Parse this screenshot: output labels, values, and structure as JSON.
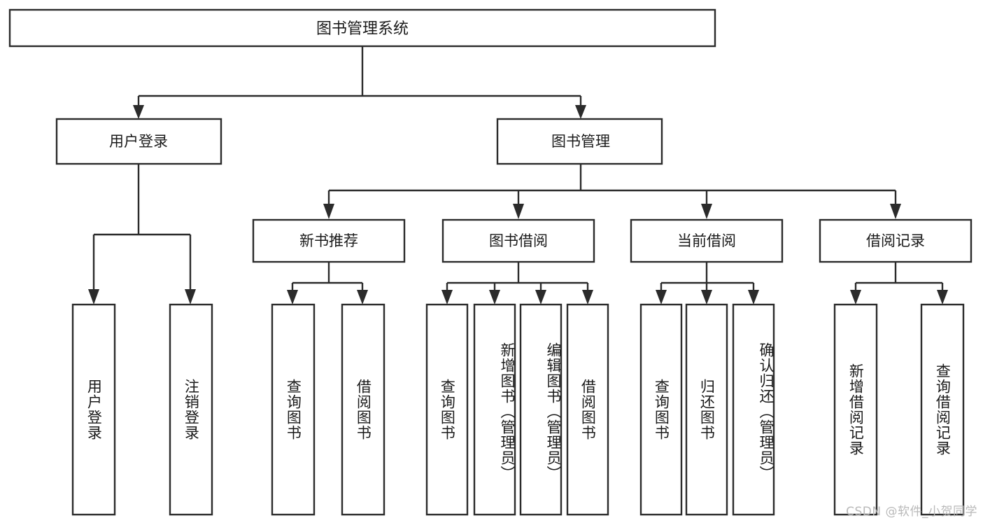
{
  "diagram": {
    "type": "tree",
    "title": "图书管理系统",
    "watermark": "CSDN @软件_小贺同学",
    "colors": {
      "box_stroke": "#2b2b2b",
      "box_fill": "#ffffff",
      "text": "#1a1a1a",
      "background": "#ffffff",
      "watermark": "#b9b9b9"
    },
    "root": {
      "label": "图书管理系统"
    },
    "level2": [
      {
        "label": "用户登录"
      },
      {
        "label": "图书管理"
      }
    ],
    "level3": [
      {
        "label": "新书推荐"
      },
      {
        "label": "图书借阅"
      },
      {
        "label": "当前借阅"
      },
      {
        "label": "借阅记录"
      }
    ],
    "leaves": {
      "user_login": [
        {
          "label": "用户登录"
        },
        {
          "label": "注销登录"
        }
      ],
      "new_book_recommend": [
        {
          "label": "查询图书"
        },
        {
          "label": "借阅图书"
        }
      ],
      "book_borrow": [
        {
          "label": "查询图书"
        },
        {
          "label": "新增图书（管理员）"
        },
        {
          "label": "编辑图书（管理员）"
        },
        {
          "label": "借阅图书"
        }
      ],
      "current_borrow": [
        {
          "label": "查询图书"
        },
        {
          "label": "归还图书"
        },
        {
          "label": "确认归还（管理员）"
        }
      ],
      "borrow_record": [
        {
          "label": "新增借阅记录"
        },
        {
          "label": "查询借阅记录"
        }
      ]
    }
  }
}
